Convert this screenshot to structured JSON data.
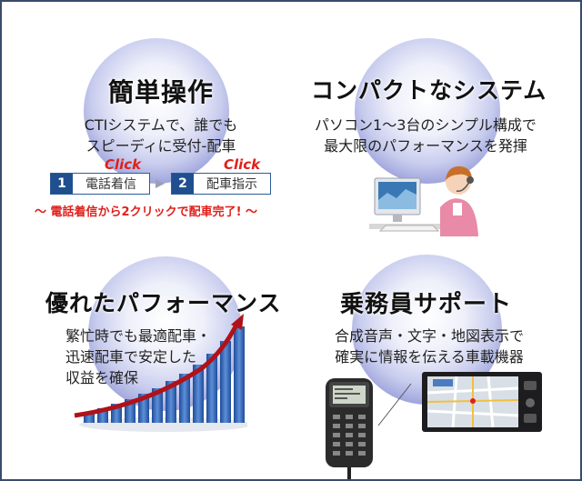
{
  "panels": {
    "easy_operation": {
      "title": "簡単操作",
      "lines": [
        "CTIシステムで、誰でも",
        "スピーディに受付‐配車"
      ],
      "steps": [
        {
          "num": "1",
          "label": "電話着信",
          "click": "Click"
        },
        {
          "num": "2",
          "label": "配車指示",
          "click": "Click"
        }
      ],
      "tagline": "～ 電話着信から2クリックで配車完了! ～"
    },
    "compact_system": {
      "title": "コンパクトなシステム",
      "lines": [
        "パソコン1～3台のシンプル構成で",
        "最大限のパフォーマンスを発揮"
      ]
    },
    "performance": {
      "title": "優れたパフォーマンス",
      "lines": [
        "繁忙時でも最適配車・",
        "迅速配車で安定した",
        "収益を確保"
      ]
    },
    "crew_support": {
      "title": "乗務員サポート",
      "lines": [
        "合成音声・文字・地図表示で",
        "確実に情報を伝える車載機器"
      ]
    }
  },
  "colors": {
    "orb": "#8f96d6",
    "step_blue": "#1f4f8f",
    "accent_red": "#e0201b",
    "bar_blue": "#2f5fb5"
  }
}
